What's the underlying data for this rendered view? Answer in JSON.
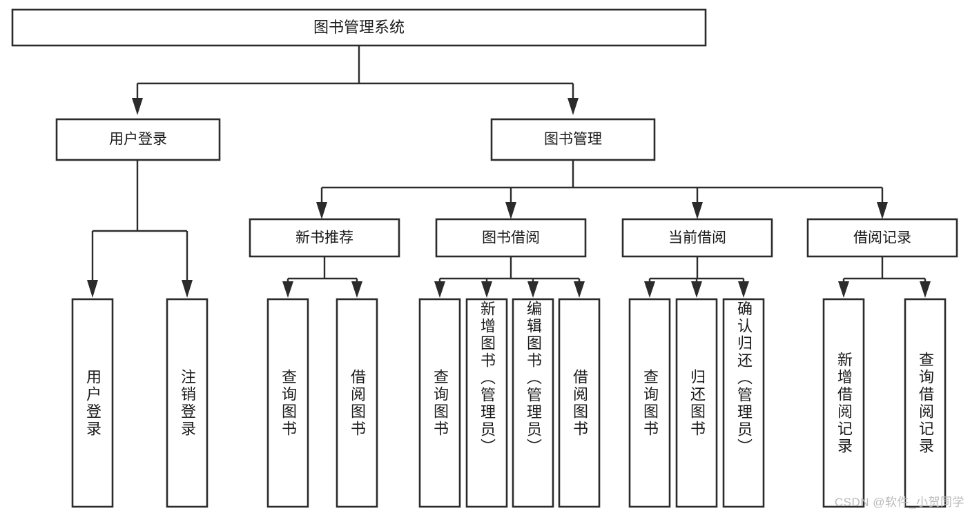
{
  "diagram": {
    "type": "tree-hierarchy-chart",
    "title": "图书管理系统",
    "watermark": "CSDN @软件_小贺同学",
    "colors": {
      "box_fill": "#ffffff",
      "box_stroke": "#2b2b2b",
      "connector": "#2b2b2b",
      "text": "#1a1a1a",
      "watermark": "#b9b9b9",
      "background": "#ffffff"
    },
    "levels": {
      "level1": [
        {
          "id": "root",
          "label": "图书管理系统"
        }
      ],
      "level2": [
        {
          "id": "user-login",
          "label": "用户登录",
          "parent": "root"
        },
        {
          "id": "book-manage",
          "label": "图书管理",
          "parent": "root"
        }
      ],
      "level3": [
        {
          "id": "new-book-recommend",
          "label": "新书推荐",
          "parent": "book-manage"
        },
        {
          "id": "book-borrow",
          "label": "图书借阅",
          "parent": "book-manage"
        },
        {
          "id": "current-borrow",
          "label": "当前借阅",
          "parent": "book-manage"
        },
        {
          "id": "borrow-record",
          "label": "借阅记录",
          "parent": "book-manage"
        }
      ],
      "level4": [
        {
          "id": "leaf-user-login",
          "label": "用户登录",
          "parent": "user-login"
        },
        {
          "id": "leaf-logout-login",
          "label": "注销登录",
          "parent": "user-login"
        },
        {
          "id": "leaf-query-book-1",
          "label": "查询图书",
          "parent": "new-book-recommend"
        },
        {
          "id": "leaf-borrow-book-1",
          "label": "借阅图书",
          "parent": "new-book-recommend"
        },
        {
          "id": "leaf-query-book-2",
          "label": "查询图书",
          "parent": "book-borrow"
        },
        {
          "id": "leaf-add-book",
          "label": "新增图书（管理员）",
          "parent": "book-borrow"
        },
        {
          "id": "leaf-edit-book",
          "label": "编辑图书（管理员）",
          "parent": "book-borrow"
        },
        {
          "id": "leaf-borrow-book-2",
          "label": "借阅图书",
          "parent": "book-borrow"
        },
        {
          "id": "leaf-query-book-3",
          "label": "查询图书",
          "parent": "current-borrow"
        },
        {
          "id": "leaf-return-book",
          "label": "归还图书",
          "parent": "current-borrow"
        },
        {
          "id": "leaf-confirm-return",
          "label": "确认归还（管理员）",
          "parent": "current-borrow"
        },
        {
          "id": "leaf-add-record",
          "label": "新增借阅记录",
          "parent": "borrow-record"
        },
        {
          "id": "leaf-query-record",
          "label": "查询借阅记录",
          "parent": "borrow-record"
        }
      ]
    }
  }
}
